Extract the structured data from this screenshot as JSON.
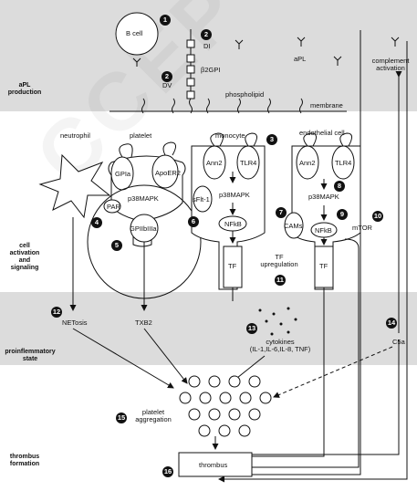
{
  "sections": {
    "apl_production": "aPL\nproduction",
    "cell_activation": "cell\nactivation\nand\nsignaling",
    "proinflammatory": "proinflemmatory\nstate",
    "thrombus_formation": "thrombus\nformation"
  },
  "badges": [
    "1",
    "2",
    "2",
    "3",
    "4",
    "5",
    "6",
    "7",
    "8",
    "9",
    "10",
    "11",
    "12",
    "13",
    "14",
    "15",
    "16"
  ],
  "labels": {
    "b_cell": "B cell",
    "di": "DI",
    "dv": "DV",
    "b2gpi": "β2GPI",
    "apl": "aPL",
    "complement_activation": "complement\nactivation",
    "phospholipid": "phospholipid",
    "membrane": "membrane",
    "neutrophil": "neutrophil",
    "platelet": "platelet",
    "monocyte": "monocyte",
    "endothelial_cell": "endothelial cell",
    "gpia": "GPIa",
    "apoer2": "ApoER2",
    "par": "PAR",
    "p38mapk_platelet": "p38MAPK",
    "gpiibiiia": "GPIIbIIIa",
    "ann2_mono": "Ann2",
    "tlr4_mono": "TLR4",
    "sflt1": "sFlt-1",
    "p38mapk_mono": "p38MAPK",
    "nfkb_mono": "NFkB",
    "tf_mono": "TF",
    "ann2_endo": "Ann2",
    "tlr4_endo": "TLR4",
    "p38mapk_endo": "p38MAPK",
    "cams": "CAMs",
    "nfkb_endo": "NFkB",
    "mtor": "mTOR",
    "tf_endo": "TF",
    "tf_upregulation": "TF\nupregulation",
    "netosis": "NETosis",
    "txb2": "TXB2",
    "cytokines": "cytokines\n(IL-1,IL-6,IL-8, TNF)",
    "c5a": "C5a",
    "platelet_aggregation": "platelet\naggregation",
    "thrombus": "thrombus"
  },
  "watermark": "CCEPTED"
}
